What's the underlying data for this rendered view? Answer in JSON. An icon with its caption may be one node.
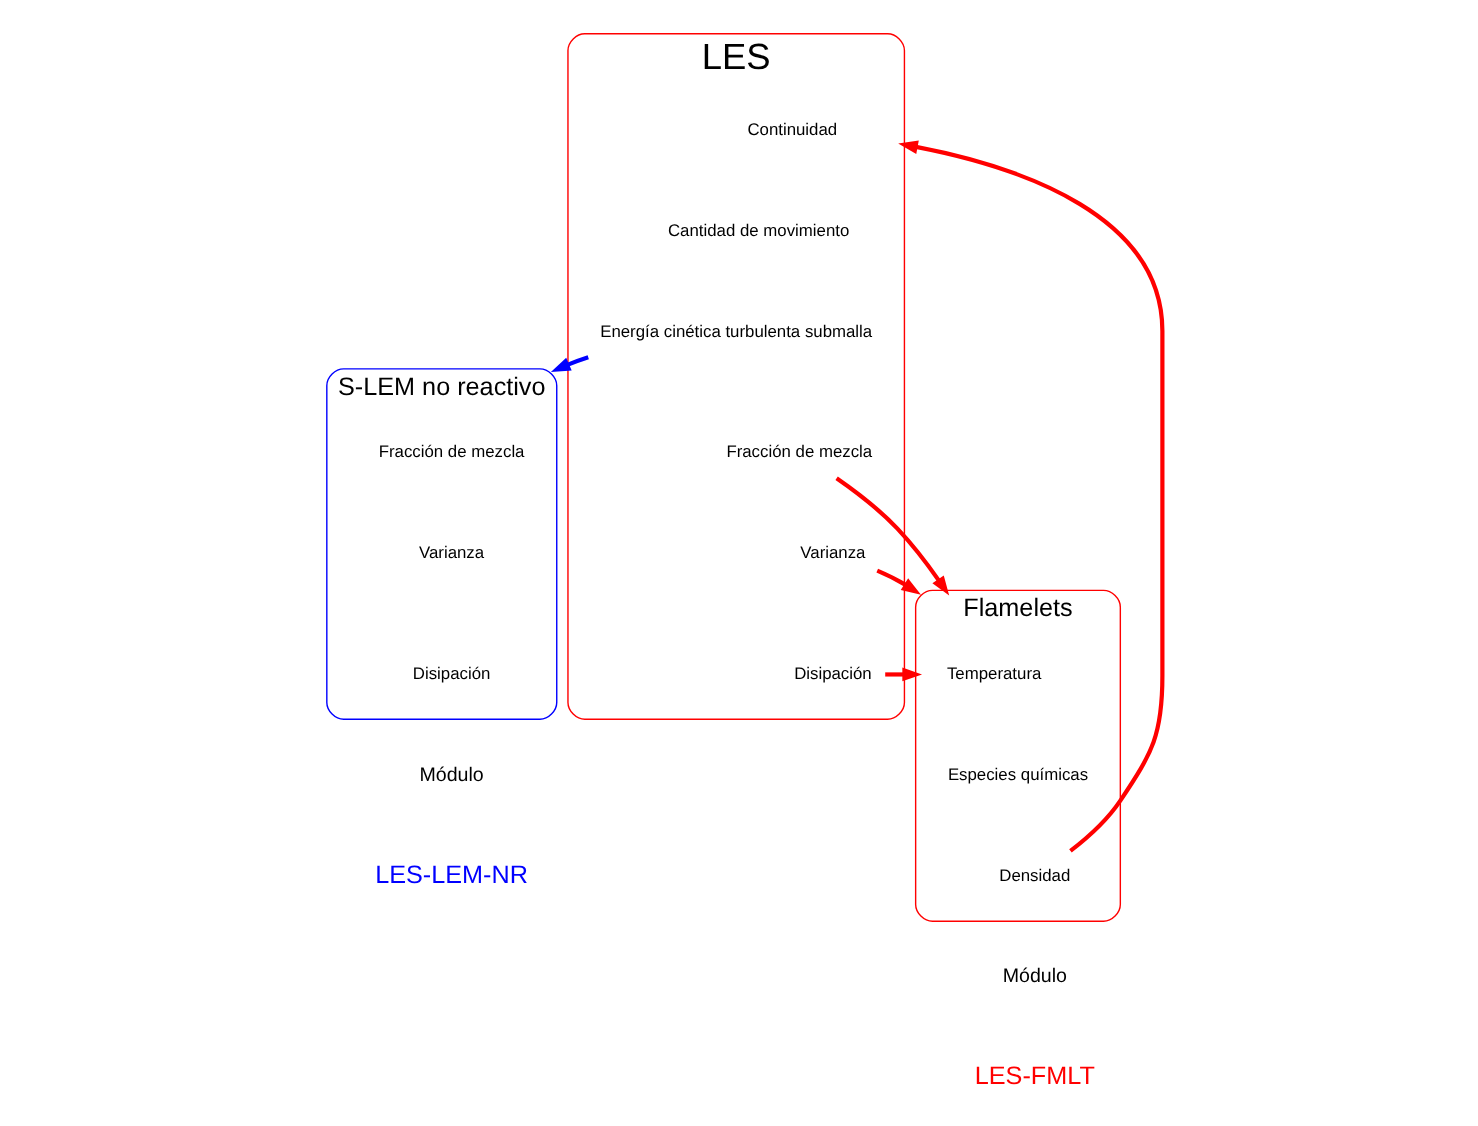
{
  "diagram": {
    "nodes": [
      {
        "text": [
          "LES"
        ]
      },
      {
        "text": [
          "Continuidad"
        ],
        "in": 0
      },
      {
        "text": [
          "Cantidad de movimiento"
        ],
        "in": 0
      },
      {
        "text": [
          "Energía cinética turbulenta submalla"
        ],
        "in": 0
      },
      {
        "text": [
          "Fracción de mezcla"
        ],
        "in": 0
      },
      {
        "text": [
          "Varianza"
        ],
        "in": 0
      },
      {
        "text": [
          "Disipación"
        ],
        "in": 0
      },
      {
        "text": [
          "S-LEM no reactivo"
        ],
        "beside": [
          "Módulo",
          "LES-LEM-NR"
        ]
      },
      {
        "text": [
          "Fracción de mezcla"
        ],
        "in": 7
      },
      {
        "text": [
          "Varianza"
        ],
        "in": 7
      },
      {
        "text": [
          "Disipación"
        ],
        "in": 7
      },
      {
        "text": [
          "Flamelets"
        ],
        "beside": [
          "Módulo",
          "LES-FMLT"
        ]
      },
      {
        "text": [
          "Temperatura"
        ],
        "in": 11
      },
      {
        "text": [
          "Especies químicas"
        ],
        "in": 11
      },
      {
        "text": [
          "Densidad"
        ],
        "in": 11
      }
    ],
    "edges": [
      {
        "from": 3,
        "to": 7,
        "arrow": "to",
        "color": "#0000ff"
      },
      {
        "from": 4,
        "to": 11,
        "arrow": "to"
      },
      {
        "from": 5,
        "to": 11,
        "arrow": "to"
      },
      {
        "from": 6,
        "to": 11,
        "arrow": "to"
      },
      {
        "from": 14,
        "to": 0,
        "arrow": "to"
      }
    ]
  }
}
